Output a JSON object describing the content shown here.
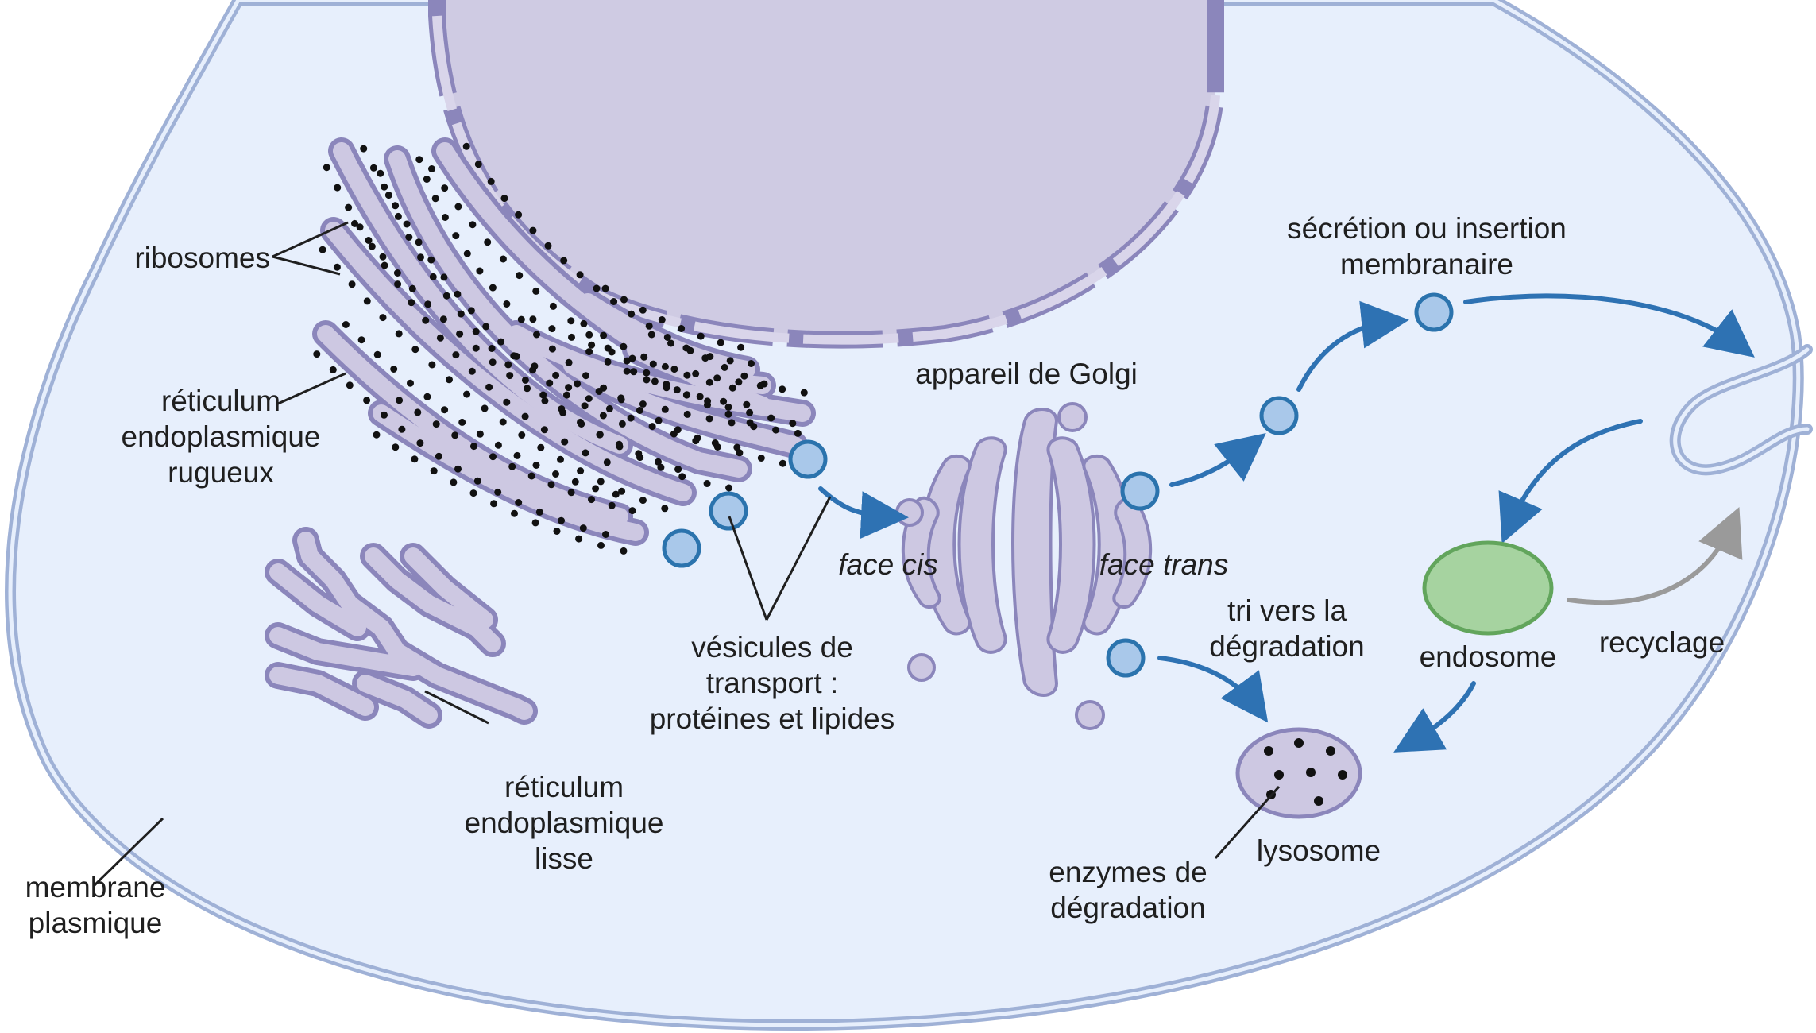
{
  "labels": {
    "ribosomes": "ribosomes",
    "rer": [
      "réticulum",
      "endoplasmique",
      "rugueux"
    ],
    "ser": [
      "réticulum",
      "endoplasmique",
      "lisse"
    ],
    "membrane": [
      "membrane",
      "plasmique"
    ],
    "vesicles": [
      "vésicules de",
      "transport :",
      "protéines et lipides"
    ],
    "golgi": "appareil de Golgi",
    "face_cis": "face cis",
    "face_trans": "face trans",
    "secretion": [
      "sécrétion ou insertion",
      "membranaire"
    ],
    "sorting": [
      "tri vers la",
      "dégradation"
    ],
    "lysosome": "lysosome",
    "enzymes": [
      "enzymes de",
      "dégradation"
    ],
    "endosome": "endosome",
    "recycling": "recyclage"
  },
  "colors": {
    "cytoplasm": "#e7effc",
    "membrane": "#9fb1d6",
    "organelle_fill": "#cdc8e2",
    "organelle_stroke": "#8b86bb",
    "nucleus": "#cfcbe3",
    "vesicle_fill": "#a9c8ea",
    "vesicle_stroke": "#2b73ad",
    "arrow": "#2e72b3",
    "recycle_arrow": "#9a9a9a",
    "endosome_fill": "#a6d3a0",
    "endosome_stroke": "#62a55c",
    "ribosome": "#111111"
  }
}
